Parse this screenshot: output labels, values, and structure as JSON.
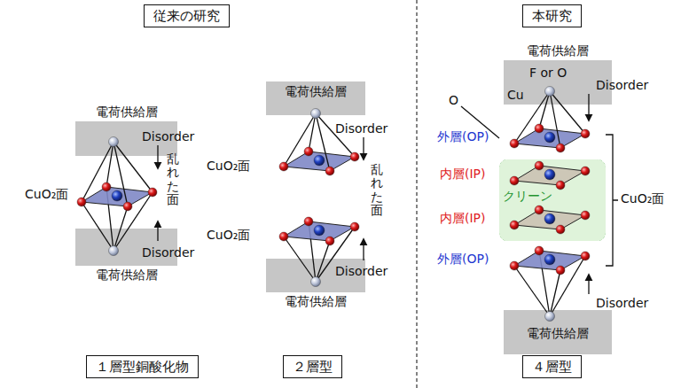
{
  "diagram": {
    "nodes": [
      {
        "text": [
          "従来の研究"
        ]
      },
      {
        "text": [
          "本研究"
        ]
      },
      {
        "text": [
          "電荷供給層"
        ]
      },
      {
        "text": [
          "電荷供給層"
        ]
      },
      {
        "text": [
          "電荷供給層"
        ]
      },
      {
        "text": [
          "クリーン"
        ]
      },
      {
        "text": [
          "電荷供給層"
        ]
      },
      {
        "text": [
          "電荷供給層"
        ]
      },
      {
        "text": [
          "電荷供給層"
        ]
      },
      {
        "text": [
          "１層型銅酸化物"
        ]
      },
      {
        "text": [
          "２層型"
        ]
      },
      {
        "text": [
          "４層型"
        ]
      }
    ],
    "labels": [
      "CuO₂面",
      "Disorder",
      "乱れた面",
      "Disorder",
      "CuO₂面",
      "Disorder",
      "乱れた面",
      "CuO₂面",
      "Disorder",
      "O",
      "Cu",
      "F or O",
      "Disorder",
      "外層(OP)",
      "内層(IP)",
      "内層(IP)",
      "外層(OP)",
      "CuO₂面",
      "Disorder"
    ]
  }
}
